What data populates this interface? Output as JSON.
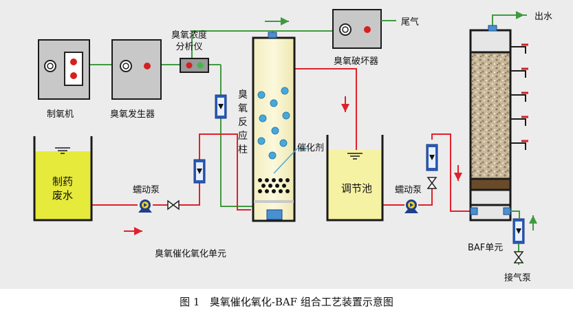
{
  "labels": {
    "oxygen_generator": "制氧机",
    "ozone_generator": "臭氧发生器",
    "ozone_analyzer": "臭氧浓度\n分析仪",
    "exhaust": "尾气",
    "ozone_destructor": "臭氧破坏器",
    "reactor_column": "臭氧反应柱",
    "catalyst": "催化剂",
    "wastewater": "制药\n废水",
    "pump1": "蠕动泵",
    "unit1": "臭氧催化氧化单元",
    "tank": "调节池",
    "pump2": "蠕动泵",
    "outlet": "出水",
    "baf_unit": "BAF单元",
    "air_pump": "接气泵"
  },
  "caption": "图 1   臭氧催化氧化-BAF 组合工艺装置示意图",
  "colors": {
    "water_line": "#e0202a",
    "gas_line": "#3f9a3f",
    "wastewater_fill": "#e6ea3a",
    "tank_fill": "#f6f2a4",
    "device_fill": "#c8c8c8",
    "bubble": "#4aa8d8",
    "flowmeter": "#2a5ab8"
  },
  "icons": [
    "valve-icon",
    "pump-icon",
    "flowmeter-icon",
    "sampling-tap-icon",
    "flow-arrow-icon"
  ]
}
